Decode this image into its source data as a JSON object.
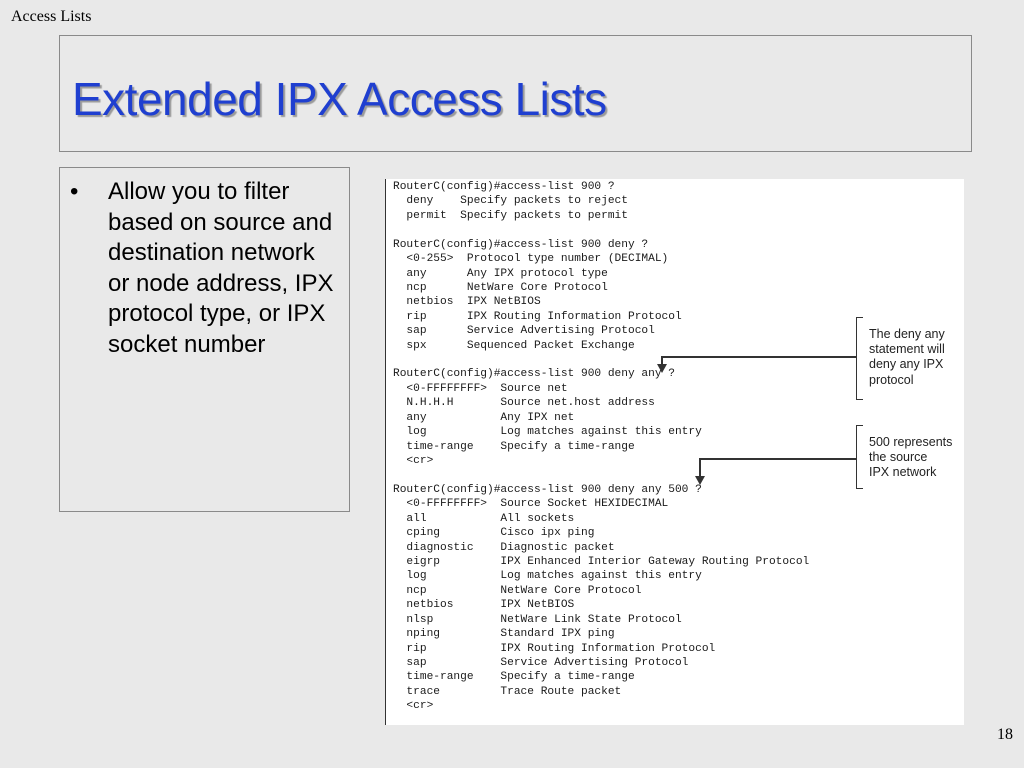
{
  "header": {
    "label": "Access Lists"
  },
  "slide": {
    "title": "Extended IPX Access Lists",
    "bullets": [
      {
        "marker": "•",
        "text": "Allow you to filter based on source and destination network or node address, IPX protocol type, or IPX socket number"
      }
    ],
    "page_number": "18"
  },
  "figure": {
    "code_lines": [
      "RouterC(config)#access-list 900 ?",
      "  deny    Specify packets to reject",
      "  permit  Specify packets to permit",
      "",
      "RouterC(config)#access-list 900 deny ?",
      "  <0-255>  Protocol type number (DECIMAL)",
      "  any      Any IPX protocol type",
      "  ncp      NetWare Core Protocol",
      "  netbios  IPX NetBIOS",
      "  rip      IPX Routing Information Protocol",
      "  sap      Service Advertising Protocol",
      "  spx      Sequenced Packet Exchange",
      "",
      "RouterC(config)#access-list 900 deny any ?",
      "  <0-FFFFFFFF>  Source net",
      "  N.H.H.H       Source net.host address",
      "  any           Any IPX net",
      "  log           Log matches against this entry",
      "  time-range    Specify a time-range",
      "  <cr>",
      "",
      "RouterC(config)#access-list 900 deny any 500 ?",
      "  <0-FFFFFFFF>  Source Socket HEXIDECIMAL",
      "  all           All sockets",
      "  cping         Cisco ipx ping",
      "  diagnostic    Diagnostic packet",
      "  eigrp         IPX Enhanced Interior Gateway Routing Protocol",
      "  log           Log matches against this entry",
      "  ncp           NetWare Core Protocol",
      "  netbios       IPX NetBIOS",
      "  nlsp          NetWare Link State Protocol",
      "  nping         Standard IPX ping",
      "  rip           IPX Routing Information Protocol",
      "  sap           Service Advertising Protocol",
      "  time-range    Specify a time-range",
      "  trace         Trace Route packet",
      "  <cr>"
    ],
    "callouts": [
      {
        "lines": [
          "The deny any",
          "statement will",
          "deny any IPX",
          "protocol"
        ]
      },
      {
        "lines": [
          "500 represents",
          "the source",
          "IPX network"
        ]
      }
    ]
  }
}
